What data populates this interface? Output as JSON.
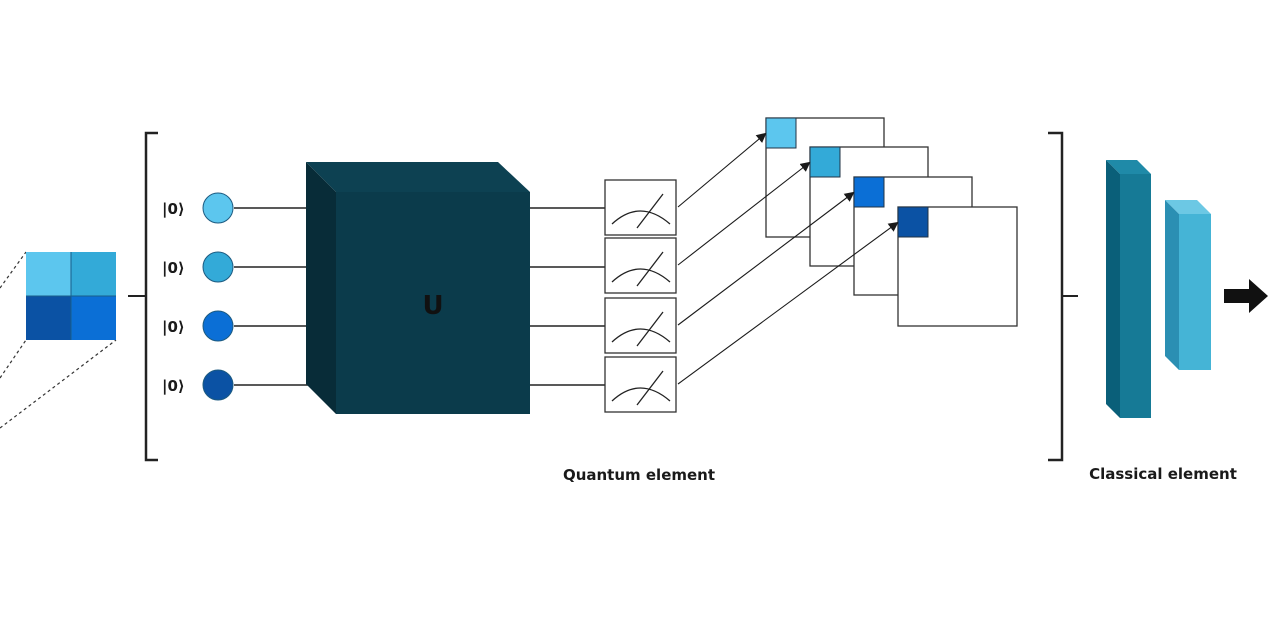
{
  "diagram": {
    "input_patch": {
      "colors": [
        "#5cc6ee",
        "#33aad8",
        "#0b52a4",
        "#0b6fd6"
      ]
    },
    "qubits": [
      {
        "ket": "|0⟩",
        "color": "#5cc6ee"
      },
      {
        "ket": "|0⟩",
        "color": "#33aad8"
      },
      {
        "ket": "|0⟩",
        "color": "#0b6fd6"
      },
      {
        "ket": "|0⟩",
        "color": "#0b52a4"
      }
    ],
    "unitary": {
      "label": "U",
      "front_color": "#0b3b4b",
      "side_color": "#082c38"
    },
    "measurement_count": 4,
    "feature_maps": [
      {
        "marker_color": "#5cc6ee"
      },
      {
        "marker_color": "#33aad8"
      },
      {
        "marker_color": "#0b6fd6"
      },
      {
        "marker_color": "#0b52a4"
      }
    ],
    "quantum_label": "Quantum element",
    "classical_label": "Classical element",
    "classical_layers": [
      {
        "front_color": "#167a96",
        "side_color": "#0a5f79"
      },
      {
        "front_color": "#45b4d6",
        "side_color": "#2b8fb3"
      }
    ],
    "output_arrow": "arrow-right-icon"
  }
}
